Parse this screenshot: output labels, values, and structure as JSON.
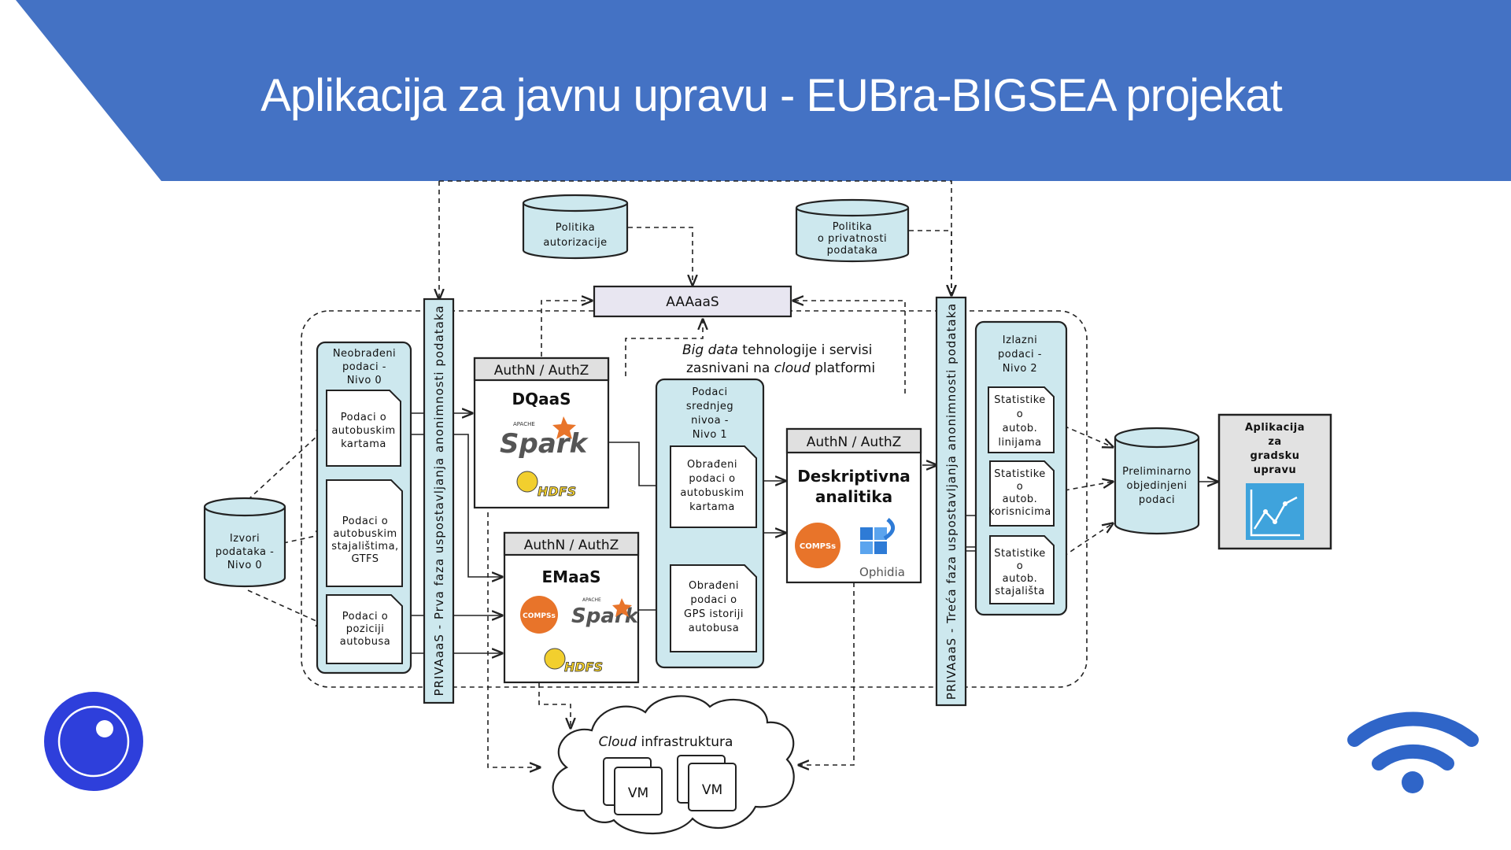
{
  "slide": {
    "title": "Aplikacija za javnu upravu - EUBra-BIGSEA projekat",
    "banner_color": "#4472C4"
  },
  "diagram": {
    "policy_auth": [
      "Politika",
      "autorizacije"
    ],
    "policy_privacy": [
      "Politika",
      "o privatnosti",
      "podataka"
    ],
    "aaaas": "AAAaaS",
    "bigdata_note": {
      "line1_italic": "Big data",
      "line1_rest": " tehnologije i servisi",
      "line2_start": "zasnivani na ",
      "line2_italic": "cloud",
      "line2_end": " platformi"
    },
    "source": [
      "Izvori",
      "podataka  -",
      "Nivo 0"
    ],
    "raw_panel": {
      "title": [
        "Neobrađeni",
        "podaci -",
        "Nivo 0"
      ],
      "docs": [
        [
          "Podaci o",
          "autobuskim",
          "kartama"
        ],
        [
          "Podaci o",
          "autobuskim",
          "stajalištima,",
          "GTFS"
        ],
        [
          "Podaci o",
          "poziciji",
          "autobusa"
        ]
      ]
    },
    "priva_first": "PRIVAaaS  -  Prva faza uspostavljanja anonimnosti podataka",
    "priva_third": "PRIVAaaS  -  Treća faza uspostavljanja anonimnosti podataka",
    "dqaas": {
      "header": "AuthN / AuthZ",
      "name": "DQaaS",
      "logos": [
        "Spark",
        "HDFS"
      ],
      "logo_small": "APACHE"
    },
    "emaas": {
      "header": "AuthN / AuthZ",
      "name": "EMaaS",
      "logos": [
        "COMPSs",
        "Spark",
        "HDFS"
      ],
      "logo_small": "APACHE"
    },
    "mid_panel": {
      "title": [
        "Podaci",
        "srednjeg",
        "nivoa -",
        "Nivo 1"
      ],
      "docs": [
        [
          "Obrađeni",
          "podaci o",
          "autobuskim",
          "kartama"
        ],
        [
          "Obrađeni",
          "podaci o",
          "GPS istoriji",
          "autobusa"
        ]
      ]
    },
    "descriptive": {
      "header": "AuthN / AuthZ",
      "name": [
        "Deskriptivna",
        "analitika"
      ],
      "logos": [
        "COMPSs",
        "Ophidia"
      ]
    },
    "out_panel": {
      "title": [
        "Izlazni",
        "podaci -",
        "Nivo 2"
      ],
      "docs": [
        [
          "Statistike",
          "o",
          "autob.",
          "linijama"
        ],
        [
          "Statistike",
          "o",
          "autob.",
          "korisnicima"
        ],
        [
          "Statistike",
          "o",
          "autob.",
          "stajališta"
        ]
      ]
    },
    "prelim": [
      "Preliminarno",
      "objedinjeni",
      "podaci"
    ],
    "app": [
      "Aplikacija",
      "za",
      "gradsku",
      "upravu"
    ],
    "cloud": {
      "label_italic": "Cloud",
      "label_rest": " infrastruktura",
      "vms": [
        "VM",
        "VM"
      ]
    },
    "colors": {
      "panel_fill": "#CDE8EE",
      "cyl_fill": "#CDE8EE",
      "aaaas_fill": "#E8E6F1",
      "app_fill": "#E2E2E2",
      "chart_icon": "#3FA3DC",
      "compss_orange": "#E8742A",
      "hdfs_yellow": "#F2CF2E",
      "logo_blue": "#2E3FDB",
      "wifi_blue": "#2F65C8"
    }
  }
}
